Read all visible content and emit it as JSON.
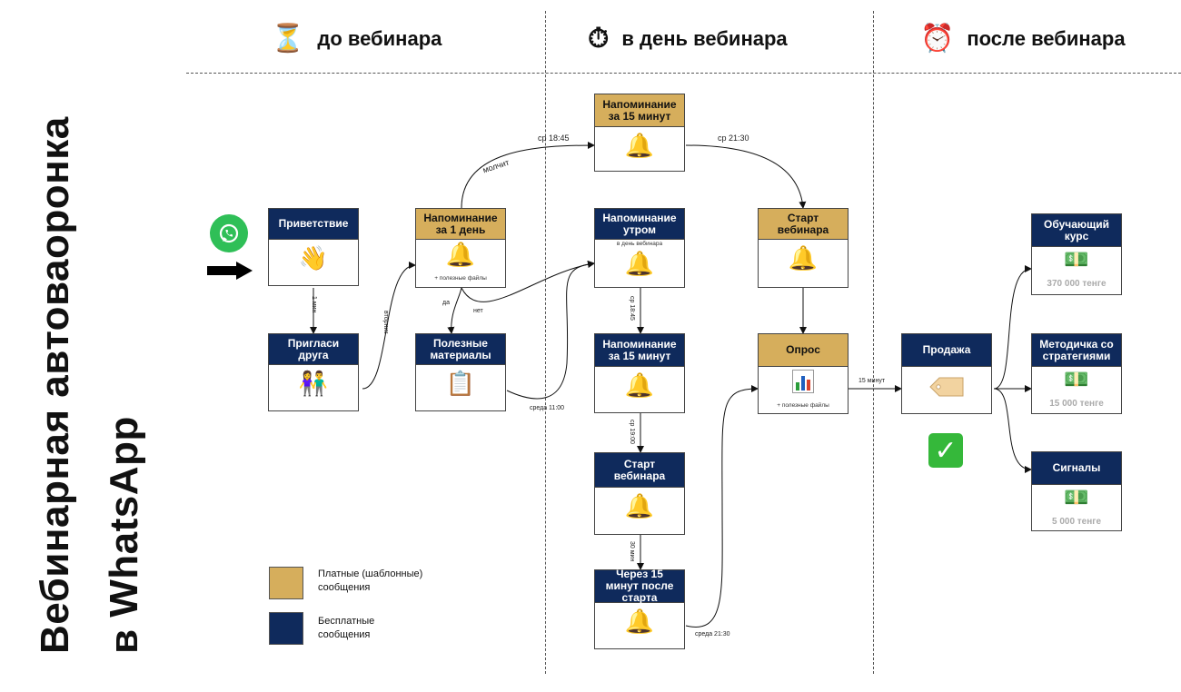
{
  "title": {
    "line1": "Вебинарная автоваоронка",
    "line2": "в WhatsApp"
  },
  "phases": [
    {
      "label": "до вебинара",
      "icon": "hourglass-icon",
      "glyph": "⏳"
    },
    {
      "label": "в день вебинара",
      "icon": "stopwatch-icon",
      "glyph": "⏱"
    },
    {
      "label": "после вебинара",
      "icon": "alarm-clock-icon",
      "glyph": "⏰"
    }
  ],
  "nodes": {
    "privetstvie": {
      "title": "Приветствие",
      "icon": "waving-hand-icon",
      "glyph": "👋"
    },
    "priglasi": {
      "title": "Пригласи друга",
      "icon": "couple-icon",
      "glyph": "👫"
    },
    "napom1den": {
      "title": "Напоминание за 1 день",
      "icon": "bell-icon",
      "glyph": "🔔",
      "note": "+ полезные файлы"
    },
    "poleznye": {
      "title": "Полезные материалы",
      "icon": "clipboard-icon",
      "glyph": "📋"
    },
    "napom15top": {
      "title": "Напоминание за 15 минут",
      "icon": "bell-icon",
      "glyph": "🔔"
    },
    "napomutrom": {
      "title": "Напоминание утром",
      "icon": "bell-icon",
      "glyph": "🔔",
      "sub": "в день вебинара"
    },
    "napom15mid": {
      "title": "Напоминание за 15 минут",
      "icon": "bell-icon",
      "glyph": "🔔"
    },
    "start1": {
      "title": "Старт вебинара",
      "icon": "bell-icon",
      "glyph": "🔔"
    },
    "cherez15": {
      "title": "Через 15 минут после старта",
      "icon": "bell-icon",
      "glyph": "🔔"
    },
    "start2": {
      "title": "Старт вебинара",
      "icon": "bell-icon",
      "glyph": "🔔"
    },
    "opros": {
      "title": "Опрос",
      "icon": "bar-chart-icon",
      "glyph": "📊",
      "note": "+ полезные файлы"
    },
    "prodazha": {
      "title": "Продажа",
      "icon": "price-tag-icon"
    },
    "kurs": {
      "title": "Обучающий курс",
      "icon": "money-icon",
      "glyph": "💵",
      "price": "370 000 тенге"
    },
    "metodichka": {
      "title": "Методичка со стратегиями",
      "icon": "money-icon",
      "glyph": "💵",
      "price": "15 000 тенге"
    },
    "signaly": {
      "title": "Сигналы",
      "icon": "money-icon",
      "glyph": "💵",
      "price": "5 000 тенге"
    }
  },
  "edge_labels": {
    "e1min": "1 мин",
    "e_vtornik": "вторник",
    "e_da": "да",
    "e_net": "нет",
    "e_molchit": "молчит",
    "e_sr1845_top": "ср 18:45",
    "e_sr2130_top": "ср 21:30",
    "e_sreda1100": "среда 11:00",
    "e_sr1845_mid": "ср 18:45",
    "e_sr1900": "ср 19:00",
    "e_30min": "30 мин",
    "e_sreda2130": "среда 21:30",
    "e_15min": "15 минут"
  },
  "legend": [
    {
      "text": "Платные (шаблонные) сообщения",
      "color": "#d6ae5c"
    },
    {
      "text": "Бесплатные сообщения",
      "color": "#0f2a5c"
    }
  ],
  "colors": {
    "paid": "#d6ae5c",
    "free": "#0f2a5c",
    "whatsapp": "#2fbf57",
    "check": "#35b83a"
  }
}
